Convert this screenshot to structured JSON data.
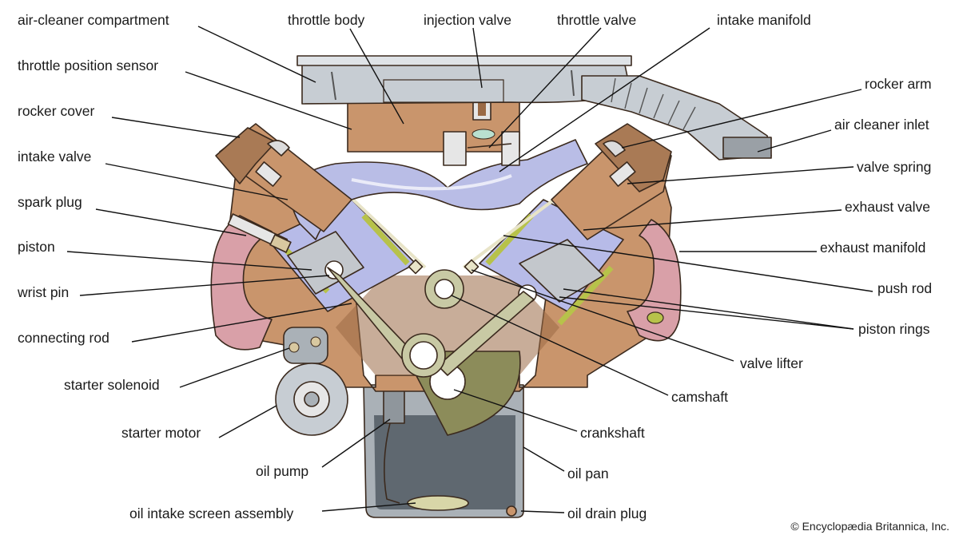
{
  "labels": {
    "air_cleaner_compartment": "air-cleaner compartment",
    "throttle_position_sensor": "throttle position sensor",
    "rocker_cover": "rocker cover",
    "intake_valve": "intake valve",
    "spark_plug": "spark plug",
    "piston": "piston",
    "wrist_pin": "wrist pin",
    "connecting_rod": "connecting rod",
    "starter_solenoid": "starter solenoid",
    "starter_motor": "starter motor",
    "oil_pump": "oil pump",
    "oil_intake_screen_assembly": "oil intake screen assembly",
    "throttle_body": "throttle body",
    "injection_valve": "injection valve",
    "throttle_valve": "throttle valve",
    "intake_manifold": "intake manifold",
    "rocker_arm": "rocker arm",
    "air_cleaner_inlet": "air cleaner inlet",
    "valve_spring": "valve spring",
    "exhaust_valve": "exhaust valve",
    "exhaust_manifold": "exhaust manifold",
    "push_rod": "push rod",
    "piston_rings": "piston rings",
    "valve_lifter": "valve lifter",
    "camshaft": "camshaft",
    "crankshaft": "crankshaft",
    "oil_pan": "oil pan",
    "oil_drain_plug": "oil drain plug"
  },
  "credit": "© Encyclopædia Britannica, Inc.",
  "colors": {
    "block": "#c9956c",
    "block_dark": "#9a6a45",
    "rocker_cover": "#a97a55",
    "air_cleaner": "#c7cdd3",
    "intake": "#b9bde6",
    "cylinder": "#b7bbe8",
    "piston": "#c3c7cc",
    "exhaust": "#d9a0a8",
    "oil_pan": "#aab1b7",
    "oil": "#5f6870",
    "conrod": "#c8c9a4",
    "green": "#b7c24a"
  }
}
